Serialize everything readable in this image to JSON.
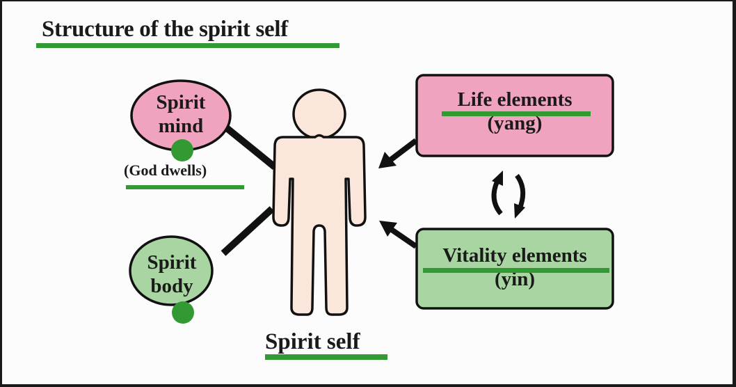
{
  "title": "Structure of the spirit self",
  "center_label": "Spirit self",
  "nodes": {
    "spirit_mind": {
      "line1": "Spirit",
      "line2": "mind",
      "note": "(God dwells)",
      "fill": "#f0a3bf"
    },
    "spirit_body": {
      "line1": "Spirit",
      "line2": "body",
      "fill": "#a9d5a3"
    },
    "life_elements": {
      "label": "Life elements",
      "sub": "(yang)",
      "fill": "#f0a3bf"
    },
    "vitality_elements": {
      "label": "Vitality elements",
      "sub": "(yin)",
      "fill": "#a9d5a3"
    }
  },
  "colors": {
    "underline": "#339933",
    "marker_dot": "#339933",
    "figure_fill": "#fbe6dc",
    "stroke": "#111111"
  },
  "icons": {
    "cycle": "cycle-arrows-icon"
  }
}
